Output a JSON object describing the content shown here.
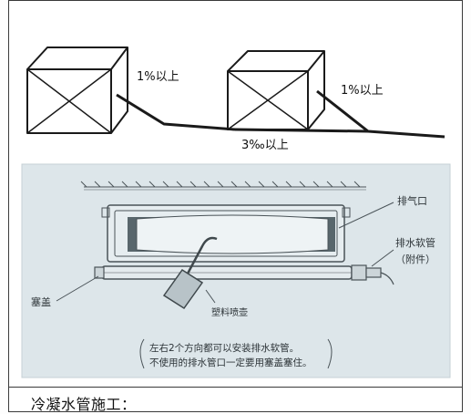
{
  "top_diagram": {
    "slope_left_label": "1%以上",
    "slope_right_label": "1%以上",
    "main_slope_label": "3‰以上"
  },
  "photo_diagram": {
    "exhaust_outlet_label": "排气口",
    "drain_hose_label": "排水软管",
    "accessory_label": "（附件）",
    "plug_label": "塞盖",
    "plastic_nozzle_label": "塑料喷壶",
    "note_line_1": "左右2个方向都可以安装排水软管。",
    "note_line_2": "不使用的排水管口一定要用塞盖塞住。"
  },
  "caption": {
    "text": "冷凝水管施工："
  },
  "colors": {
    "line": "#1a1a1a",
    "photo_bg": "#dde6ea",
    "photo_detail": "#4a5358"
  }
}
